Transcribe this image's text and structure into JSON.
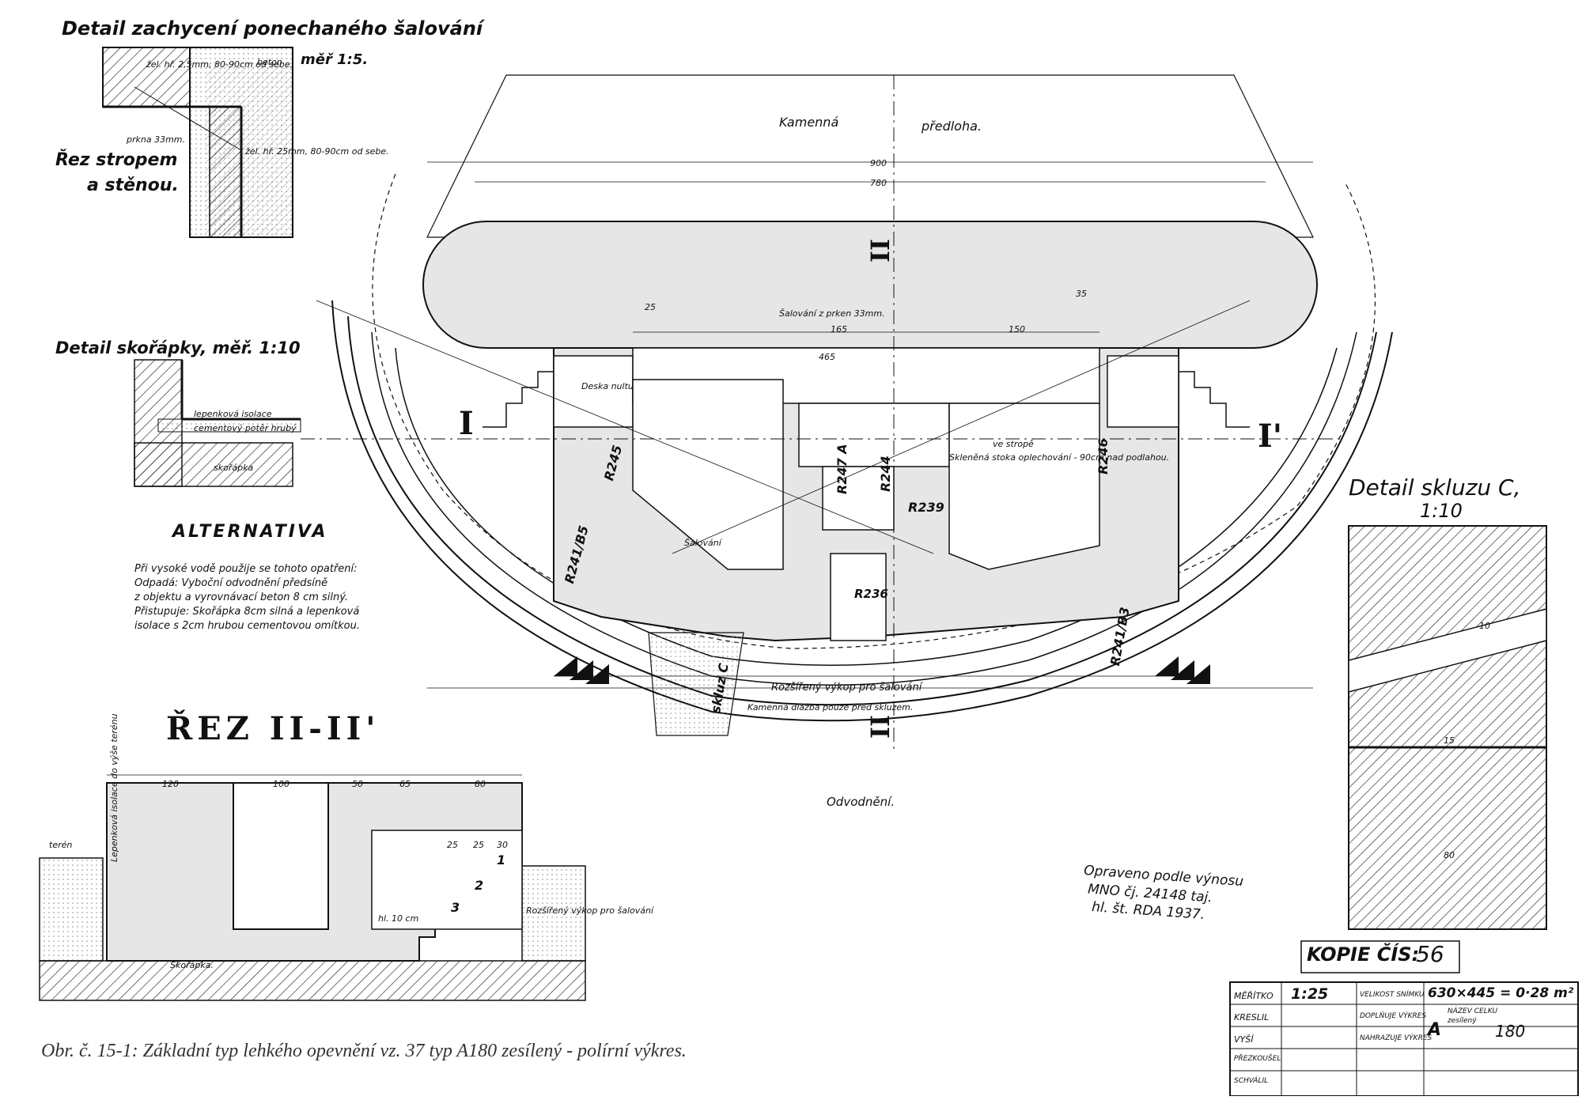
{
  "detail1": {
    "title": "Detail zachycení ponechaného šalování",
    "scale": "měř 1:5.",
    "subtitle1": "Řez stropem",
    "subtitle2": "a stěnou.",
    "notes": [
      "beton",
      "prkna 33mm.",
      "žel. hř. 25mm, 80-90cm od sebe.",
      "žel. hř. 2,5mm, 80-90cm od sebe."
    ]
  },
  "detail2": {
    "title": "Detail skořápky, měř. 1:10",
    "notes": [
      "lepenková isolace",
      "cementový potěr hrubý",
      "skořápka"
    ]
  },
  "alternative": {
    "title": "ALTERNATIVA",
    "lines": [
      "Při vysoké vodě použije se tohoto opatření:",
      "Odpadá: Vyboční odvodnění předsíně",
      "z objektu a vyrovnávací beton 8 cm silný.",
      "Přistupuje: Skořápka 8cm silná a lepenková",
      "isolace s 2cm hrubou cementovou omítkou."
    ]
  },
  "section": {
    "title": "ŘEZ II-II'",
    "dims": [
      "120",
      "100",
      "50",
      "65",
      "80",
      "25",
      "25",
      "30"
    ],
    "labels": [
      "terén",
      "Lepenková isolace do výše terénu",
      "Skořápka.",
      "Rozšířený výkop pro šalování",
      "hl. 10 cm"
    ],
    "steps": [
      "1",
      "2",
      "3"
    ]
  },
  "plan": {
    "top_label_1": "Kamenná",
    "top_label_2": "předloha.",
    "dims_top": [
      "900",
      "780",
      "465",
      "165",
      "150",
      "25",
      "35"
    ],
    "section_marks": [
      "I",
      "I'",
      "II",
      "II"
    ],
    "rooms": [
      "R241/B5",
      "R245",
      "R244",
      "R247 A",
      "R239",
      "R246",
      "R241/B3",
      "R236"
    ],
    "notes": [
      "Šalování z prken 33mm.",
      "Deska nultu",
      "Skleněná stoka oplechování - 90cm nad podlahou.",
      "ve stropě",
      "Šalování",
      "Rozšířený výkop pro šalování",
      "Kamenná dlažba pouze před skluzem.",
      "skluz C",
      "Odvodnění."
    ]
  },
  "detail3": {
    "title_1": "Detail skluzu C,",
    "title_2": "1:10",
    "dims": [
      "10",
      "80",
      "15"
    ]
  },
  "correction_note": [
    "Opraveno podle výnosu",
    "MNO čj. 24148 taj.",
    "hl. št. RDA 1937."
  ],
  "copy_no": {
    "label": "KOPIE ČÍS:",
    "value": "56"
  },
  "title_block": {
    "scale_label": "MĚŘÍTKO",
    "scale_value": "1:25",
    "size_label": "VELIKOST SNÍMKU",
    "size_value": "630×445 = 0·28 m²",
    "drawn_label": "KRESLIL",
    "checked_label": "VYŠÍ",
    "supplements_label": "DOPLŇUJE VÝKRES",
    "name_label": "NÁZEV CELKU",
    "name_value": "A",
    "name_sub": "zesílený",
    "type_value": "180",
    "replaced_label": "NAHRAZUJE VÝKRES",
    "row5_label": "PŘEZKOUŠEL",
    "row6_label": "SCHVÁLIL"
  },
  "caption": "Obr. č. 15-1: Základní typ lehkého opevnění vz. 37 typ A180 zesílený - polírní výkres."
}
